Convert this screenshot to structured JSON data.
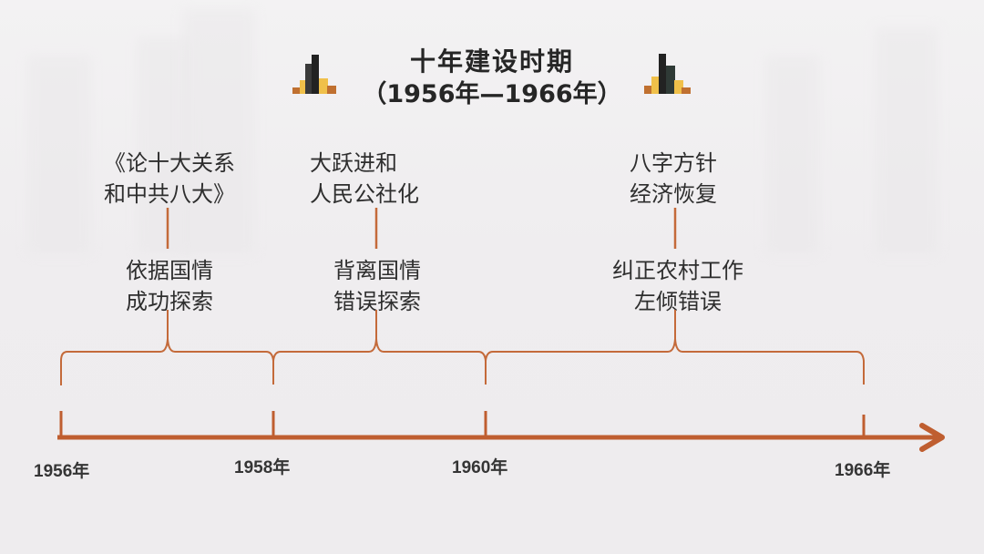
{
  "title": {
    "line1": "十年建设时期",
    "line2": "（1956年—1966年）"
  },
  "logo_icons": [
    "bar-chart-icon-left",
    "bar-chart-icon-right"
  ],
  "colors": {
    "line": "#bf5e30",
    "text": "#2e2e2e",
    "bar_dark": "#2b2b2b",
    "bar_gold": "#f0c04a",
    "bar_brown": "#c07030"
  },
  "periods": [
    {
      "event_line1": "《论十大关系",
      "event_line2": "和中共八大",
      "event_line2_suffix": "》",
      "assessment_line1": "依据国情",
      "assessment_line2": "成功探索",
      "start": "1956年",
      "end": "1958年"
    },
    {
      "event_line1": "大跃进和",
      "event_line2": "人民公社化",
      "assessment_line1": "背离国情",
      "assessment_line2": "错误探索",
      "start": "1958年",
      "end": "1960年"
    },
    {
      "event_line1": "八字方针",
      "event_line2": "经济恢复",
      "assessment_line1": "纠正农村工作",
      "assessment_line2": "左倾错误",
      "start": "1960年",
      "end": "1966年"
    }
  ],
  "axis": {
    "ticks": [
      "1956年",
      "1958年",
      "1960年",
      "1966年"
    ]
  }
}
